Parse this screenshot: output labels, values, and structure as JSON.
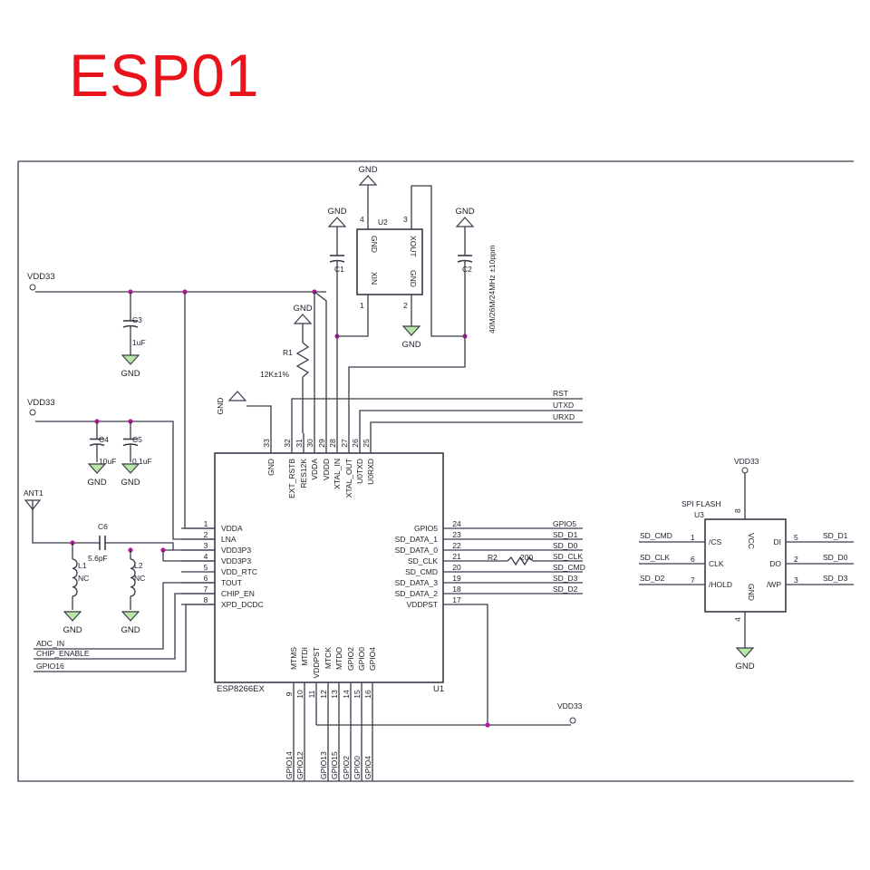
{
  "title": "ESP01",
  "colors": {
    "title": "#e8141c",
    "wire": "#3a3a4a",
    "junction": "#b8159c",
    "ground_fill": "#b8e6a6"
  },
  "schematic": {
    "nets": {
      "vdd33": "VDD33",
      "gnd": "GND",
      "rst": "RST",
      "utxd": "UTXD",
      "urxd": "URXD",
      "adc_in": "ADC_IN",
      "chip_enable": "CHIP_ENABLE",
      "gpio16": "GPIO16",
      "gpio5": "GPIO5",
      "sd_d1": "SD_D1",
      "sd_d0": "SD_D0",
      "sd_clk": "SD_CLK",
      "sd_cmd": "SD_CMD",
      "sd_d3": "SD_D3",
      "sd_d2": "SD_D2"
    },
    "antenna": "ANT1",
    "components": {
      "c1": "C1",
      "c2": "C2",
      "c3": "C3",
      "c3_value": "1uF",
      "c4": "C4",
      "c4_value": "10uF",
      "c5": "C5",
      "c5_value": "0.1uF",
      "c6": "C6",
      "c6_value": "5.6pF",
      "l1": "L1",
      "l1_value": "NC",
      "l2": "L2",
      "l2_value": "NC",
      "r1": "R1",
      "r1_value": "12K±1%",
      "r2": "R2",
      "r2_value": "200",
      "crystal_ref": "U2",
      "crystal_spec": "40M/26M/24MHz ±10ppm",
      "crystal_pins": {
        "gnd": "GND",
        "xout": "XOUT",
        "xin": "XIN",
        "gnd2": "GND",
        "p1": "1",
        "p2": "2",
        "p3": "3",
        "p4": "4"
      }
    },
    "u1": {
      "part": "ESP8266EX",
      "ref": "U1",
      "left_pins": [
        {
          "num": "1",
          "name": "VDDA"
        },
        {
          "num": "2",
          "name": "LNA"
        },
        {
          "num": "3",
          "name": "VDD3P3"
        },
        {
          "num": "4",
          "name": "VDD3P3"
        },
        {
          "num": "5",
          "name": "VDD_RTC"
        },
        {
          "num": "6",
          "name": "TOUT"
        },
        {
          "num": "7",
          "name": "CHIP_EN"
        },
        {
          "num": "8",
          "name": "XPD_DCDC"
        }
      ],
      "right_pins": [
        {
          "num": "24",
          "name": "GPIO5"
        },
        {
          "num": "23",
          "name": "SD_DATA_1"
        },
        {
          "num": "22",
          "name": "SD_DATA_0"
        },
        {
          "num": "21",
          "name": "SD_CLK"
        },
        {
          "num": "20",
          "name": "SD_CMD"
        },
        {
          "num": "19",
          "name": "SD_DATA_3"
        },
        {
          "num": "18",
          "name": "SD_DATA_2"
        },
        {
          "num": "17",
          "name": "VDDPST"
        }
      ],
      "top_pins": [
        {
          "num": "33",
          "name": "GND"
        },
        {
          "num": "32",
          "name": "EXT_RSTB"
        },
        {
          "num": "31",
          "name": "RES12K"
        },
        {
          "num": "30",
          "name": "VDDA"
        },
        {
          "num": "29",
          "name": "VDDD"
        },
        {
          "num": "28",
          "name": "XTAL_IN"
        },
        {
          "num": "27",
          "name": "XTAL_OUT"
        },
        {
          "num": "26",
          "name": "U0TXD"
        },
        {
          "num": "25",
          "name": "U0RXD"
        }
      ],
      "bottom_pins": [
        {
          "num": "9",
          "name": "MTMS",
          "net": "GPIO14"
        },
        {
          "num": "10",
          "name": "MTDI",
          "net": "GPIO12"
        },
        {
          "num": "11",
          "name": "VDDPST",
          "net": ""
        },
        {
          "num": "12",
          "name": "MTCK",
          "net": "GPIO13"
        },
        {
          "num": "13",
          "name": "MTDO",
          "net": "GPIO15"
        },
        {
          "num": "14",
          "name": "GPIO2",
          "net": "GPIO2"
        },
        {
          "num": "15",
          "name": "GPIO0",
          "net": "GPIO0"
        },
        {
          "num": "16",
          "name": "GPIO4",
          "net": "GPIO4"
        }
      ]
    },
    "u3": {
      "title": "SPI FLASH",
      "ref": "U3",
      "pins": [
        {
          "num": "1",
          "name": "/CS",
          "net": "SD_CMD"
        },
        {
          "num": "6",
          "name": "CLK",
          "net": "SD_CLK"
        },
        {
          "num": "7",
          "name": "/HOLD",
          "net": "SD_D2"
        },
        {
          "num": "5",
          "name": "DI",
          "net": "SD_D1"
        },
        {
          "num": "2",
          "name": "DO",
          "net": "SD_D0"
        },
        {
          "num": "3",
          "name": "/WP",
          "net": "SD_D3"
        },
        {
          "num": "8",
          "name": "VCC"
        },
        {
          "num": "4",
          "name": "GND"
        }
      ]
    }
  }
}
